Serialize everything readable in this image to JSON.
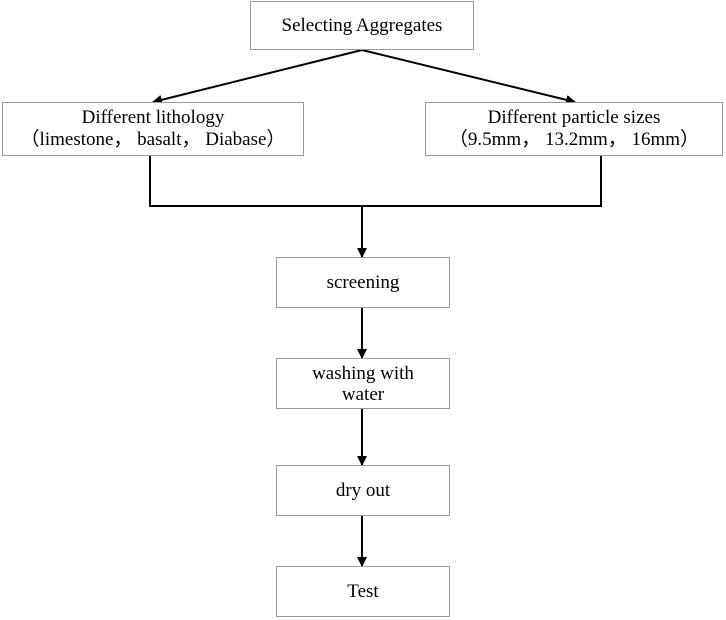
{
  "diagram": {
    "top": "Selecting Aggregates",
    "left": {
      "line1": "Different lithology",
      "line2": "（limestone， basalt， Diabase）"
    },
    "right": {
      "line1": "Different particle sizes",
      "line2": "（9.5mm， 13.2mm， 16mm）"
    },
    "steps": [
      "screening",
      "washing with",
      "water",
      "dry out",
      "Test"
    ]
  }
}
